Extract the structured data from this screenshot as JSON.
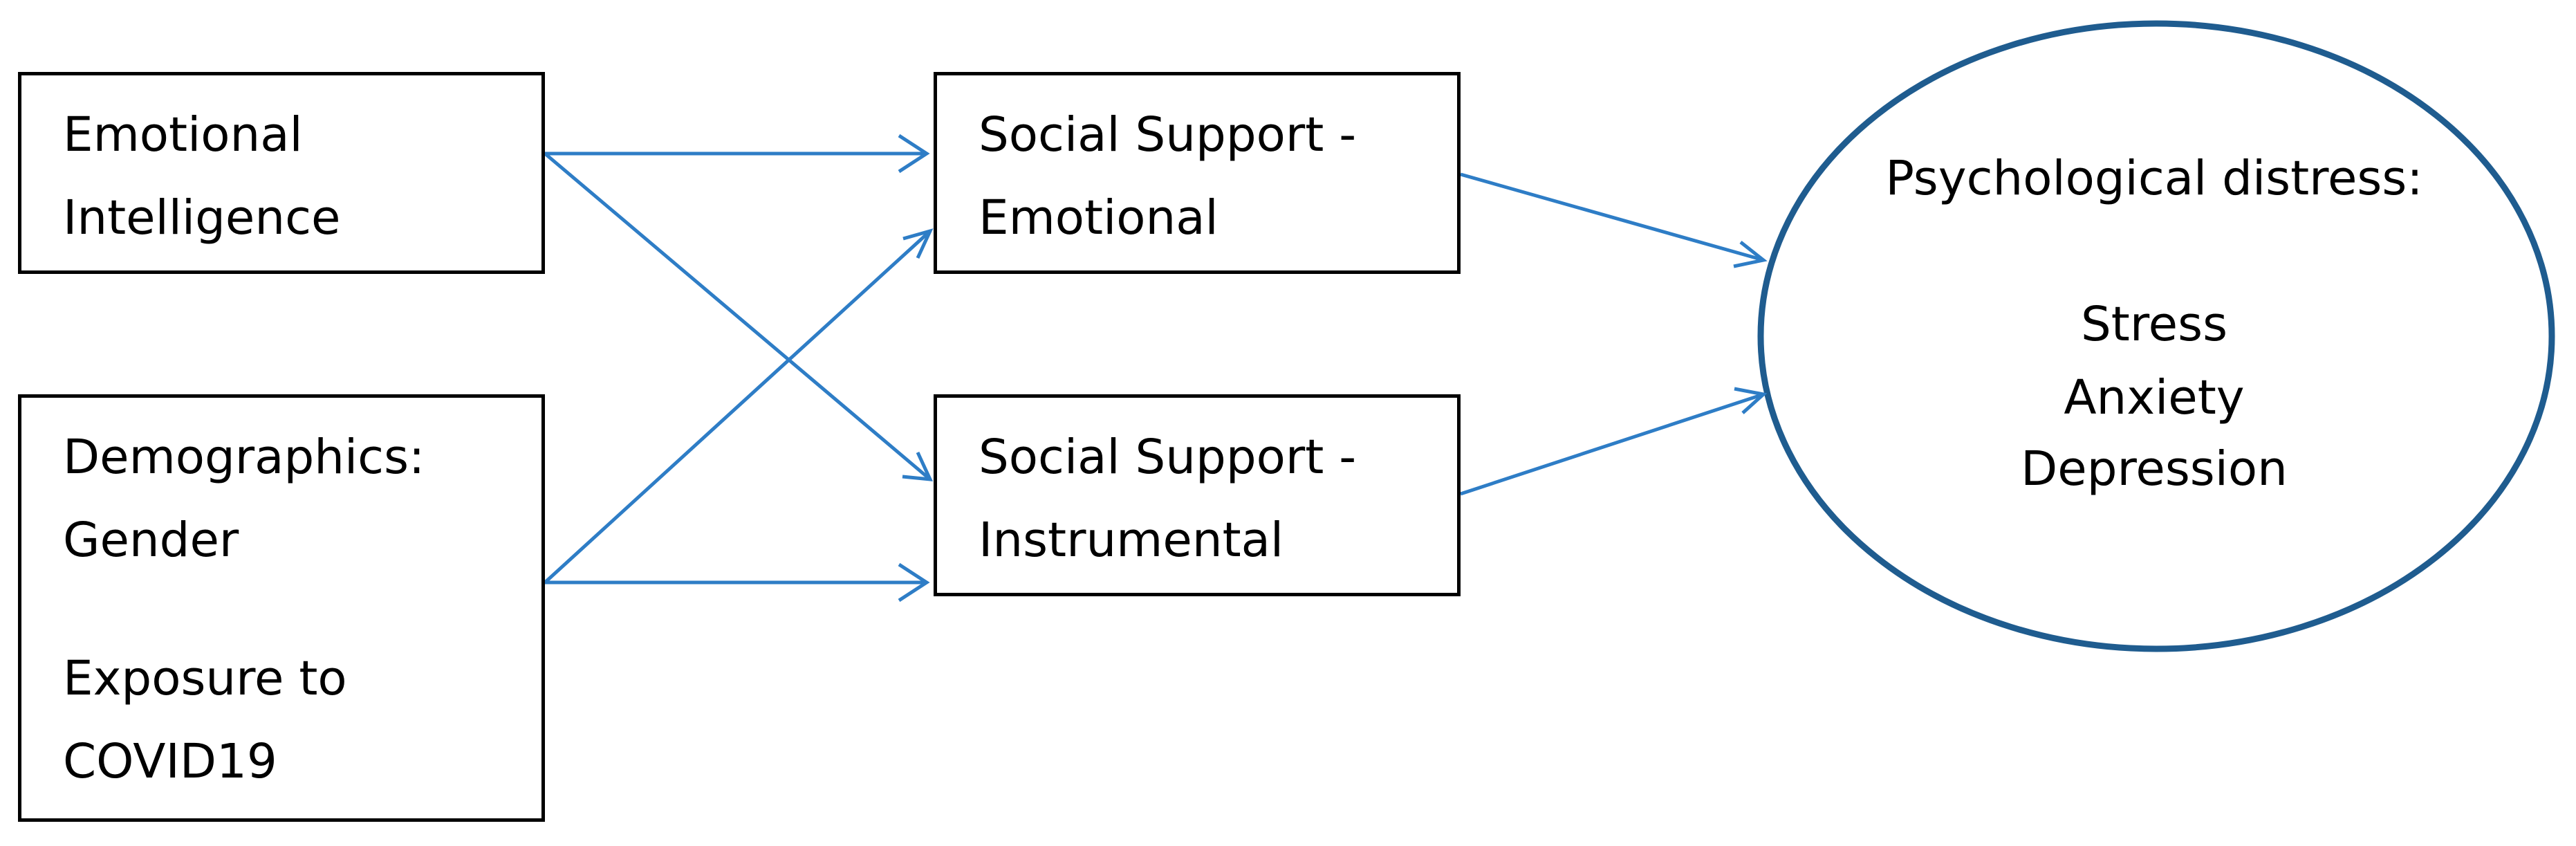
{
  "nodes": {
    "emotional_intelligence": {
      "line1": "Emotional",
      "line2": "Intelligence"
    },
    "demographics": {
      "line1": "Demographics:",
      "line2": "Gender",
      "line3": "Exposure to",
      "line4": "COVID19"
    },
    "social_support_emotional": {
      "line1": "Social Support -",
      "line2": "Emotional"
    },
    "social_support_instrumental": {
      "line1": "Social Support -",
      "line2": "Instrumental"
    },
    "psychological_distress": {
      "title": "Psychological distress:",
      "items": [
        "Stress",
        "Anxiety",
        "Depression"
      ]
    }
  },
  "colors": {
    "arrow": "#2E7DC6",
    "ellipse_border": "#1F5C8F",
    "box_border": "#000000"
  }
}
